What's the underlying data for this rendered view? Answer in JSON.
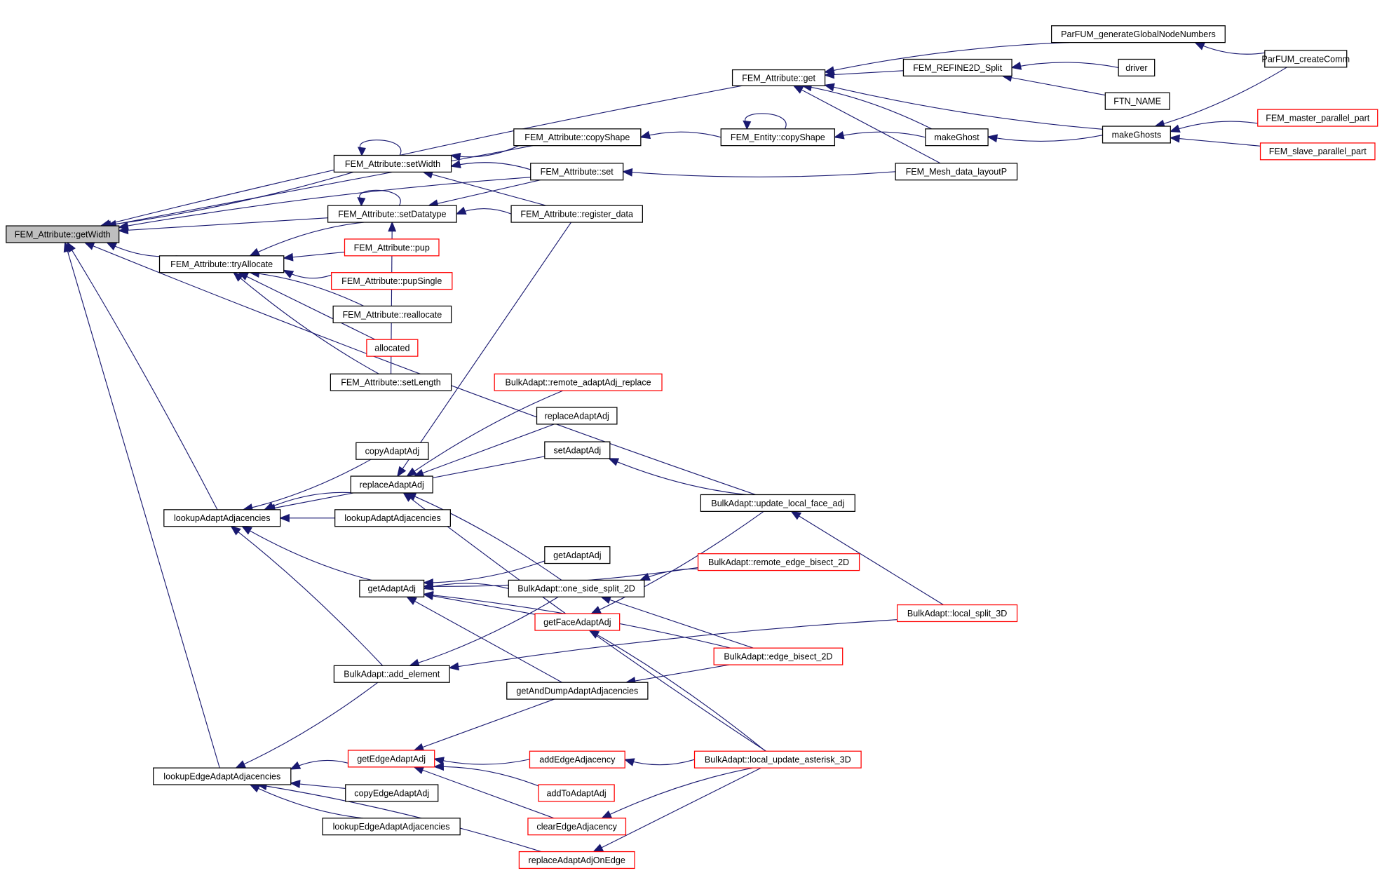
{
  "graph": {
    "edge_color": "#191970",
    "highlight_fill": "#bfbfbf",
    "link_border": "#000000",
    "missing_doc_border": "#ff0000",
    "nodes": [
      {
        "id": 0,
        "label": "FEM_Attribute::getWidth",
        "style": "root"
      },
      {
        "id": 1,
        "label": "FEM_Attribute::get",
        "style": "normal"
      },
      {
        "id": 2,
        "label": "ParFUM_generateGlobalNodeNumbers",
        "style": "normal"
      },
      {
        "id": 3,
        "label": "ParFUM_createComm",
        "style": "normal"
      },
      {
        "id": 4,
        "label": "FEM_REFINE2D_Split",
        "style": "normal"
      },
      {
        "id": 5,
        "label": "driver",
        "style": "normal"
      },
      {
        "id": 6,
        "label": "FTN_NAME",
        "style": "normal"
      },
      {
        "id": 7,
        "label": "FEM_master_parallel_part",
        "style": "red"
      },
      {
        "id": 8,
        "label": "FEM_slave_parallel_part",
        "style": "red"
      },
      {
        "id": 9,
        "label": "makeGhosts",
        "style": "normal"
      },
      {
        "id": 10,
        "label": "makeGhost",
        "style": "normal"
      },
      {
        "id": 11,
        "label": "FEM_Entity::copyShape",
        "style": "normal"
      },
      {
        "id": 12,
        "label": "FEM_Mesh_data_layoutP",
        "style": "normal"
      },
      {
        "id": 13,
        "label": "FEM_Attribute::copyShape",
        "style": "normal"
      },
      {
        "id": 14,
        "label": "FEM_Attribute::setWidth",
        "style": "normal"
      },
      {
        "id": 15,
        "label": "FEM_Attribute::set",
        "style": "normal"
      },
      {
        "id": 16,
        "label": "FEM_Attribute::setDatatype",
        "style": "normal"
      },
      {
        "id": 17,
        "label": "FEM_Attribute::register_data",
        "style": "normal"
      },
      {
        "id": 18,
        "label": "FEM_Attribute::tryAllocate",
        "style": "normal"
      },
      {
        "id": 19,
        "label": "FEM_Attribute::pup",
        "style": "red"
      },
      {
        "id": 20,
        "label": "FEM_Attribute::pupSingle",
        "style": "red"
      },
      {
        "id": 21,
        "label": "FEM_Attribute::reallocate",
        "style": "normal"
      },
      {
        "id": 22,
        "label": "allocated",
        "style": "red"
      },
      {
        "id": 23,
        "label": "FEM_Attribute::setLength",
        "style": "normal"
      },
      {
        "id": 24,
        "label": "BulkAdapt::remote_adaptAdj_replace",
        "style": "red"
      },
      {
        "id": 25,
        "label": "replaceAdaptAdj",
        "style": "normal"
      },
      {
        "id": 26,
        "label": "copyAdaptAdj",
        "style": "normal"
      },
      {
        "id": 27,
        "label": "setAdaptAdj",
        "style": "normal"
      },
      {
        "id": 28,
        "label": "replaceAdaptAdj",
        "style": "normal"
      },
      {
        "id": 29,
        "label": "lookupAdaptAdjacencies",
        "style": "normal"
      },
      {
        "id": 30,
        "label": "lookupAdaptAdjacencies",
        "style": "normal"
      },
      {
        "id": 31,
        "label": "BulkAdapt::update_local_face_adj",
        "style": "normal"
      },
      {
        "id": 32,
        "label": "getAdaptAdj",
        "style": "normal"
      },
      {
        "id": 33,
        "label": "BulkAdapt::remote_edge_bisect_2D",
        "style": "red"
      },
      {
        "id": 34,
        "label": "getAdaptAdj",
        "style": "normal"
      },
      {
        "id": 35,
        "label": "BulkAdapt::one_side_split_2D",
        "style": "normal"
      },
      {
        "id": 36,
        "label": "BulkAdapt::local_split_3D",
        "style": "red"
      },
      {
        "id": 37,
        "label": "getFaceAdaptAdj",
        "style": "red"
      },
      {
        "id": 38,
        "label": "BulkAdapt::edge_bisect_2D",
        "style": "red"
      },
      {
        "id": 39,
        "label": "BulkAdapt::add_element",
        "style": "normal"
      },
      {
        "id": 40,
        "label": "getAndDumpAdaptAdjacencies",
        "style": "normal"
      },
      {
        "id": 41,
        "label": "getEdgeAdaptAdj",
        "style": "red"
      },
      {
        "id": 42,
        "label": "addEdgeAdjacency",
        "style": "red"
      },
      {
        "id": 43,
        "label": "BulkAdapt::local_update_asterisk_3D",
        "style": "red"
      },
      {
        "id": 44,
        "label": "lookupEdgeAdaptAdjacencies",
        "style": "normal"
      },
      {
        "id": 45,
        "label": "copyEdgeAdaptAdj",
        "style": "normal"
      },
      {
        "id": 46,
        "label": "addToAdaptAdj",
        "style": "red"
      },
      {
        "id": 47,
        "label": "lookupEdgeAdaptAdjacencies",
        "style": "normal"
      },
      {
        "id": 48,
        "label": "clearEdgeAdjacency",
        "style": "red"
      },
      {
        "id": 49,
        "label": "replaceAdaptAdjOnEdge",
        "style": "red"
      }
    ],
    "edges": [
      {
        "callee": 0,
        "caller": 1
      },
      {
        "callee": 0,
        "caller": 13
      },
      {
        "callee": 0,
        "caller": 14
      },
      {
        "callee": 0,
        "caller": 15
      },
      {
        "callee": 0,
        "caller": 16
      },
      {
        "callee": 0,
        "caller": 18
      },
      {
        "callee": 0,
        "caller": 29
      },
      {
        "callee": 0,
        "caller": 44
      },
      {
        "callee": 0,
        "caller": 31
      },
      {
        "callee": 1,
        "caller": 2
      },
      {
        "callee": 1,
        "caller": 4
      },
      {
        "callee": 1,
        "caller": 9
      },
      {
        "callee": 1,
        "caller": 10
      },
      {
        "callee": 1,
        "caller": 12
      },
      {
        "callee": 2,
        "caller": 3
      },
      {
        "callee": 4,
        "caller": 5
      },
      {
        "callee": 4,
        "caller": 6
      },
      {
        "callee": 9,
        "caller": 3
      },
      {
        "callee": 9,
        "caller": 7
      },
      {
        "callee": 9,
        "caller": 8
      },
      {
        "callee": 10,
        "caller": 9
      },
      {
        "callee": 11,
        "caller": 10
      },
      {
        "callee": 11,
        "caller": 11
      },
      {
        "callee": 15,
        "caller": 12
      },
      {
        "callee": 13,
        "caller": 11
      },
      {
        "callee": 14,
        "caller": 14
      },
      {
        "callee": 14,
        "caller": 13
      },
      {
        "callee": 14,
        "caller": 15
      },
      {
        "callee": 14,
        "caller": 17
      },
      {
        "callee": 16,
        "caller": 16
      },
      {
        "callee": 16,
        "caller": 17
      },
      {
        "callee": 16,
        "caller": 15
      },
      {
        "callee": 16,
        "caller": 23
      },
      {
        "callee": 18,
        "caller": 16
      },
      {
        "callee": 18,
        "caller": 19
      },
      {
        "callee": 18,
        "caller": 20
      },
      {
        "callee": 18,
        "caller": 21
      },
      {
        "callee": 18,
        "caller": 22
      },
      {
        "callee": 18,
        "caller": 23
      },
      {
        "callee": 28,
        "caller": 24
      },
      {
        "callee": 28,
        "caller": 25
      },
      {
        "callee": 28,
        "caller": 43
      },
      {
        "callee": 28,
        "caller": 35
      },
      {
        "callee": 28,
        "caller": 17
      },
      {
        "callee": 29,
        "caller": 26
      },
      {
        "callee": 29,
        "caller": 28
      },
      {
        "callee": 29,
        "caller": 30
      },
      {
        "callee": 29,
        "caller": 34
      },
      {
        "callee": 29,
        "caller": 39
      },
      {
        "callee": 29,
        "caller": 27
      },
      {
        "callee": 34,
        "caller": 32
      },
      {
        "callee": 34,
        "caller": 35
      },
      {
        "callee": 34,
        "caller": 37
      },
      {
        "callee": 34,
        "caller": 33
      },
      {
        "callee": 34,
        "caller": 38
      },
      {
        "callee": 34,
        "caller": 40
      },
      {
        "callee": 27,
        "caller": 31
      },
      {
        "callee": 35,
        "caller": 33
      },
      {
        "callee": 35,
        "caller": 38
      },
      {
        "callee": 37,
        "caller": 31
      },
      {
        "callee": 37,
        "caller": 43
      },
      {
        "callee": 31,
        "caller": 36
      },
      {
        "callee": 39,
        "caller": 35
      },
      {
        "callee": 39,
        "caller": 36
      },
      {
        "callee": 40,
        "caller": 38
      },
      {
        "callee": 44,
        "caller": 39
      },
      {
        "callee": 44,
        "caller": 41
      },
      {
        "callee": 44,
        "caller": 45
      },
      {
        "callee": 44,
        "caller": 47
      },
      {
        "callee": 44,
        "caller": 49
      },
      {
        "callee": 41,
        "caller": 40
      },
      {
        "callee": 41,
        "caller": 42
      },
      {
        "callee": 41,
        "caller": 46
      },
      {
        "callee": 41,
        "caller": 48
      },
      {
        "callee": 42,
        "caller": 43
      },
      {
        "callee": 48,
        "caller": 43
      },
      {
        "callee": 49,
        "caller": 43
      }
    ]
  }
}
